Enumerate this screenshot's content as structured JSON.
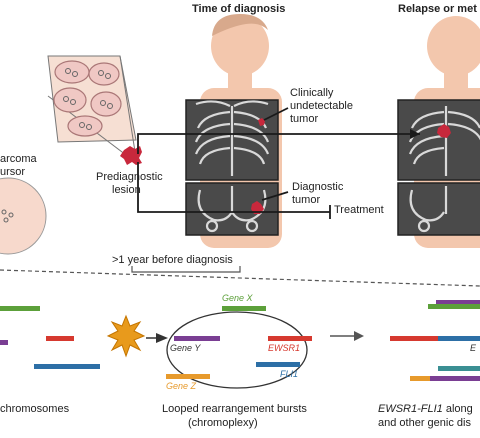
{
  "header": {
    "time_of_diagnosis": "Time of diagnosis",
    "relapse": "Relapse or met"
  },
  "labels": {
    "precursor_1": "arcoma",
    "precursor_2": "ursor",
    "prediagnostic_1": "Prediagnostic",
    "prediagnostic_2": "lesion",
    "clinically_1": "Clinically",
    "clinically_2": "undetectable",
    "clinically_3": "tumor",
    "diagnostic_1": "Diagnostic",
    "diagnostic_2": "tumor",
    "treatment": "Treatment",
    "timespan": ">1 year before diagnosis"
  },
  "bottom": {
    "chromosomes": "chromosomes",
    "looped_1": "Looped rearrangement bursts",
    "looped_2": "(chromoplexy)",
    "gene_x": "Gene X",
    "gene_y": "Gene Y",
    "gene_z": "Gene Z",
    "ewsr1": "EWSR1",
    "fli1": "FLI1",
    "fusion_1": "EWSR1-FLI1",
    "fusion_1b": "along",
    "fusion_2": "and other genic dis",
    "right_e": "E"
  },
  "colors": {
    "tumor_red": "#c8283c",
    "flesh": "#f3c7ad",
    "xray": "#4a4a4a",
    "green": "#5ca03a",
    "purple": "#7a3e93",
    "blue": "#2d6fa6",
    "red": "#d6392f",
    "orange": "#e79a2c",
    "teal": "#3a8f93"
  }
}
